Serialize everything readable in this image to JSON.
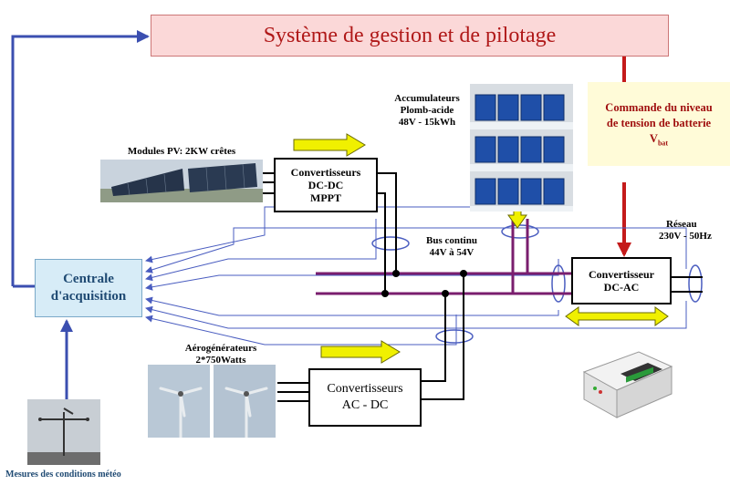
{
  "title": "Système de gestion et de pilotage",
  "battery_command": {
    "line1": "Commande du niveau",
    "line2": "de tension de batterie",
    "symbol": "V",
    "subscript": "bat"
  },
  "pv_modules": {
    "label": "Modules PV: 2KW crêtes"
  },
  "dcdc_converter": {
    "line1": "Convertisseurs",
    "line2": "DC-DC",
    "line3": "MPPT"
  },
  "accumulators": {
    "line1": "Accumulateurs",
    "line2": "Plomb-acide",
    "line3": "48V - 15kWh"
  },
  "dc_bus": {
    "line1": "Bus continu",
    "line2": "44V à 54V"
  },
  "grid": {
    "line1": "Réseau",
    "line2": "230V - 50Hz"
  },
  "dcac_converter": {
    "line1": "Convertisseur",
    "line2": "DC-AC"
  },
  "acquisition_unit": {
    "line1": "Centrale",
    "line2": "d'acquisition"
  },
  "wind_turbines": {
    "line1": "Aérogénérateurs",
    "line2": "2*750Watts"
  },
  "acdc_converter": {
    "line1": "Convertisseurs",
    "line2": "AC - DC"
  },
  "weather_station": {
    "label": "Mesures des conditions météo"
  },
  "colors": {
    "title_text": "#b01818",
    "title_bg": "#fbd8d8",
    "command_arrow": "#c41a1a",
    "signal_line": "#3b4fb0",
    "bus_line": "#7a1e6e",
    "power_arrow": "#f0f000",
    "acquisition_bg": "#d7ecf7",
    "note_bg": "#fffbd8"
  }
}
